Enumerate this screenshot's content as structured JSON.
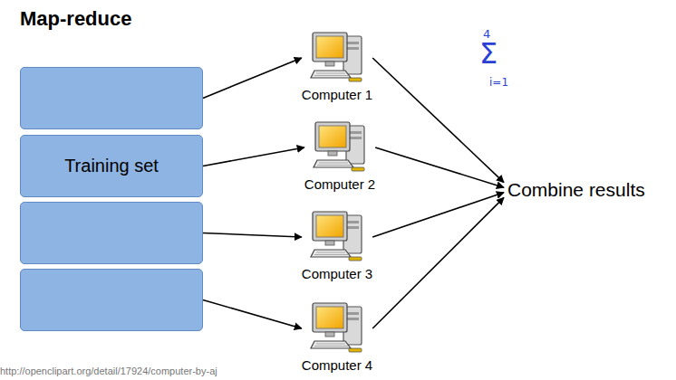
{
  "diagram": {
    "title": "Map-reduce",
    "nodes": [
      {
        "text": []
      },
      {
        "text": [
          "Training set"
        ]
      },
      {
        "text": []
      },
      {
        "text": []
      },
      {
        "text": [
          "Computer 1"
        ]
      },
      {
        "text": [
          "Computer 2"
        ]
      },
      {
        "text": [
          "Computer 3"
        ]
      },
      {
        "text": [
          "Computer 4"
        ]
      },
      {
        "text": [
          "Combine results"
        ]
      }
    ],
    "edges": [
      {
        "from": 0,
        "to": 4,
        "arrow": "to"
      },
      {
        "from": 1,
        "to": 5,
        "arrow": "to"
      },
      {
        "from": 2,
        "to": 6,
        "arrow": "to"
      },
      {
        "from": 3,
        "to": 7,
        "arrow": "to"
      },
      {
        "from": 4,
        "to": 8,
        "arrow": "to"
      },
      {
        "from": 5,
        "to": 8,
        "arrow": "to"
      },
      {
        "from": 6,
        "to": 8,
        "arrow": "to"
      },
      {
        "from": 7,
        "to": 8,
        "arrow": "to"
      }
    ],
    "labels": [
      "4",
      "Σ",
      "i=1",
      "http://openclipart.org/detail/17924/computer-by-aj"
    ]
  }
}
